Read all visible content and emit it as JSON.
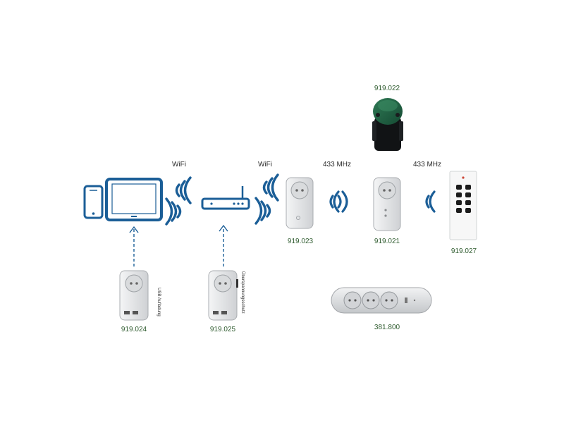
{
  "labels": {
    "wifi_left": "WiFi",
    "wifi_right": "WiFi",
    "mhz_left": "433 MHz",
    "mhz_right": "433 MHz"
  },
  "devices": {
    "outdoor_plug": "919.022",
    "plug_a": "919.023",
    "plug_b": "919.021",
    "remote": "919.027",
    "usb_plug": "919.024",
    "surge_plug": "919.025",
    "power_strip": "381.800"
  },
  "side_labels": {
    "usb": "USB Aufladung",
    "surge": "Überspannungsschutz"
  },
  "colors": {
    "accent": "#1b5e97",
    "green_text": "#2e5b2e",
    "device_grey": "#e4e5e7",
    "device_stroke": "#a9acb0"
  },
  "icons": [
    "smartphone-icon",
    "tablet-icon",
    "router-icon",
    "wifi-wave-icon"
  ]
}
